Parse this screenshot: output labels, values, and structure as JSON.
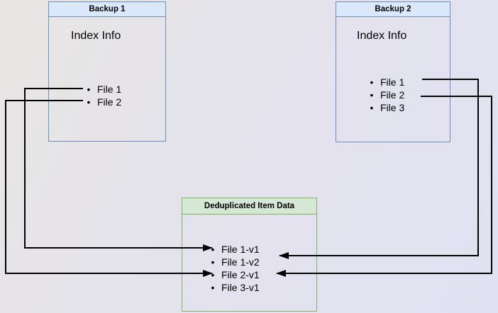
{
  "diagram": {
    "backup1": {
      "title": "Backup 1",
      "index_label": "Index Info",
      "files": [
        "File 1",
        "File 2"
      ]
    },
    "backup2": {
      "title": "Backup 2",
      "index_label": "Index Info",
      "files": [
        "File 1",
        "File 2",
        "File 3"
      ]
    },
    "dedup": {
      "title": "Deduplicated Item Data",
      "items": [
        "File 1-v1",
        "File 1-v2",
        "File 2-v1",
        "File 3-v1"
      ]
    },
    "connections": [
      {
        "from": "Backup 1: File 1",
        "to": "File 1-v1"
      },
      {
        "from": "Backup 1: File 2",
        "to": "File 2-v1"
      },
      {
        "from": "Backup 2: File 1",
        "to": "File 1-v2"
      },
      {
        "from": "Backup 2: File 2",
        "to": "File 2-v1"
      }
    ],
    "colors": {
      "blue_border": "#6c8ebf",
      "blue_header_fill": "#dae8fc",
      "green_border": "#82b366",
      "green_header_fill": "#d5e8d4",
      "connector": "#000000",
      "text": "#000000"
    }
  }
}
